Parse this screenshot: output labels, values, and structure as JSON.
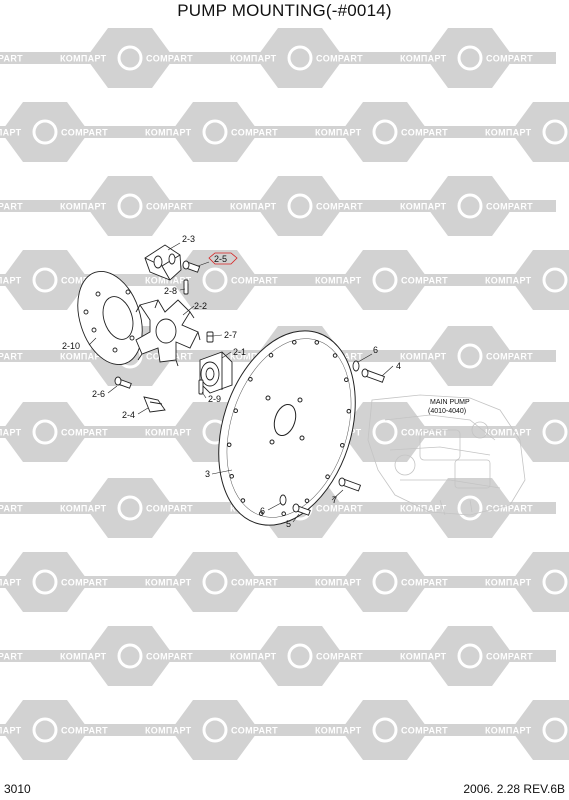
{
  "diagram": {
    "title": "PUMP MOUNTING(-#0014)",
    "page_number": "3010",
    "revision": "2006. 2.28 REV.6B",
    "watermark": {
      "left_word": "КОМПАРТ",
      "right_word": "COMPART",
      "color": "#d2d2d2"
    },
    "callouts": [
      {
        "id": "c23",
        "text": "2-3"
      },
      {
        "id": "c25",
        "text": "2-5"
      },
      {
        "id": "c28",
        "text": "2-8"
      },
      {
        "id": "c22",
        "text": "2-2"
      },
      {
        "id": "c210",
        "text": "2-10"
      },
      {
        "id": "c27",
        "text": "2-7"
      },
      {
        "id": "c21",
        "text": "2-1"
      },
      {
        "id": "c26",
        "text": "2-6"
      },
      {
        "id": "c29",
        "text": "2-9"
      },
      {
        "id": "c24",
        "text": "2-4"
      },
      {
        "id": "c6a",
        "text": "6"
      },
      {
        "id": "c4",
        "text": "4"
      },
      {
        "id": "c3",
        "text": "3"
      },
      {
        "id": "c7",
        "text": "7"
      },
      {
        "id": "c6b",
        "text": "6"
      },
      {
        "id": "c5",
        "text": "5"
      }
    ],
    "main_pump_label": "MAIN PUMP",
    "main_pump_sub": "(4010-4040)",
    "highlight_color": "#d62020"
  }
}
